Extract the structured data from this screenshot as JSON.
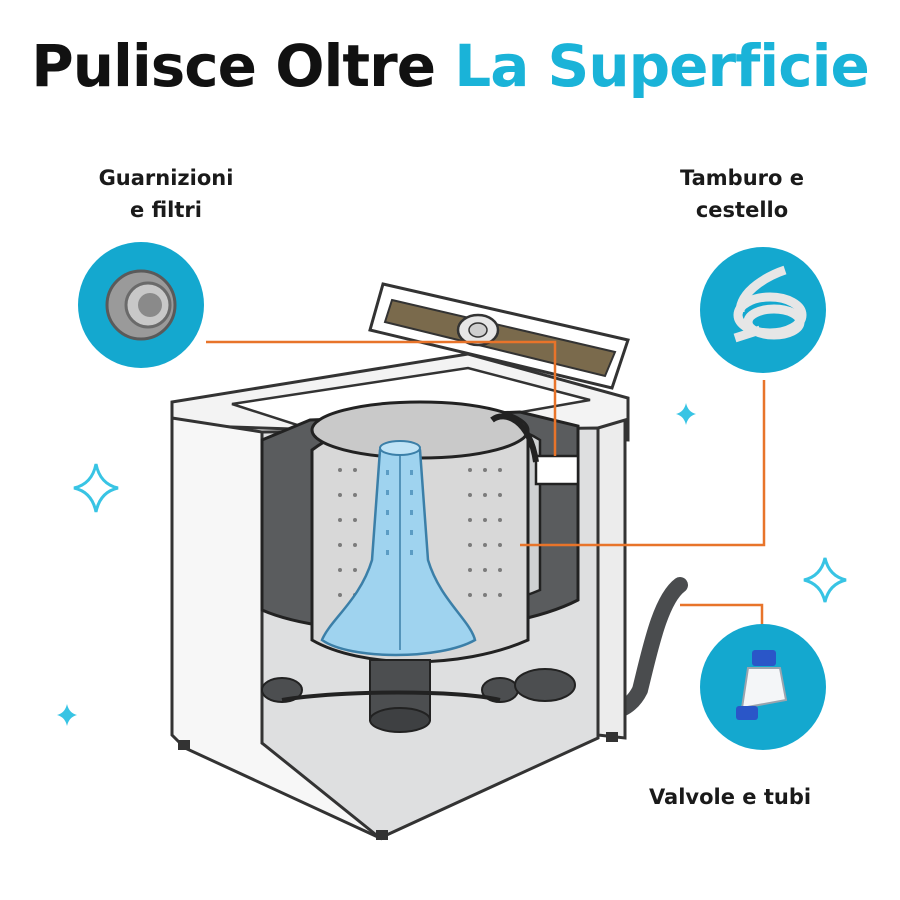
{
  "title": {
    "part1": "Pulisce Oltre",
    "part2": "La Superficie"
  },
  "labels": {
    "left_line1": "Guarnizioni",
    "left_line2": "e filtri",
    "right_line1": "Tamburo e",
    "right_line2": "cestello",
    "bottom": "Valvole e tubi"
  },
  "colors": {
    "accent": "#1ab3d8",
    "callout_circle": "#14a8cf",
    "leader_line": "#e8742a",
    "agitator": "#9fd3ef",
    "tub_dark": "#5a5c5e",
    "sparkle": "#38c4e4"
  },
  "icons": [
    "seal-filter-icon",
    "drain-hose-icon",
    "water-filter-icon",
    "sparkle-icon"
  ]
}
